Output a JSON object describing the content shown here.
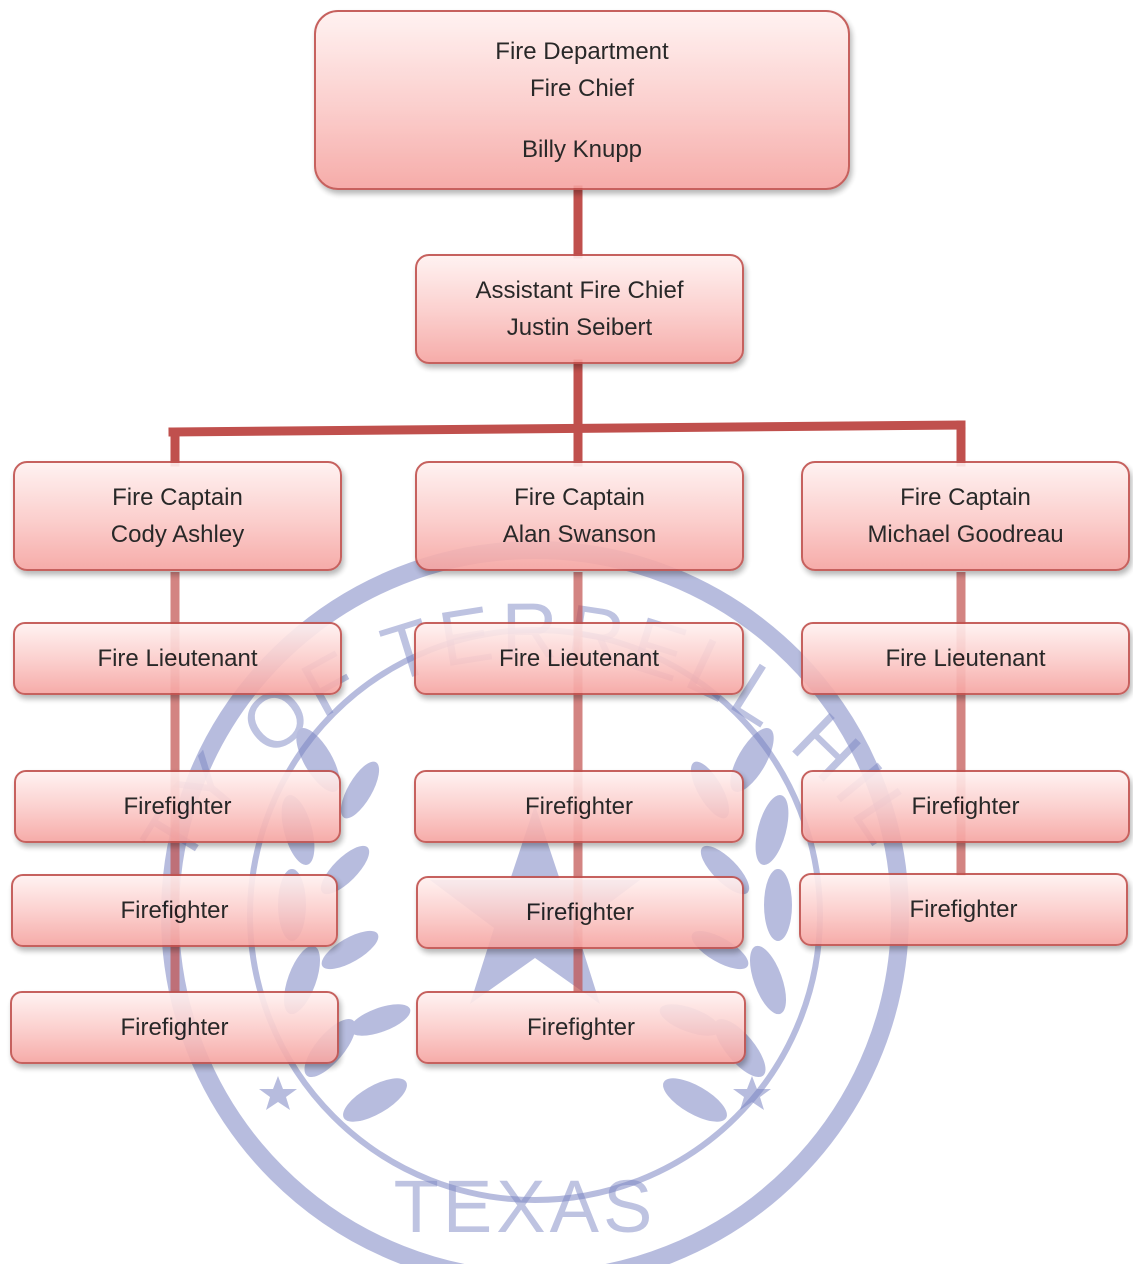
{
  "seal": {
    "ring_text": "CITY OF TERRELL HILLS",
    "bottom_text": "TEXAS",
    "color": "#7d86c4"
  },
  "connector_color": "#c0504d",
  "node_colors": {
    "border": "#c0504d",
    "top": "#fff1f0",
    "bottom": "#f6a4a1"
  },
  "chief": {
    "dept": "Fire Department",
    "title": "Fire Chief",
    "name": "Billy Knupp"
  },
  "assistant": {
    "title": "Assistant Fire Chief",
    "name": "Justin Seibert"
  },
  "columns": [
    {
      "captain": {
        "title": "Fire Captain",
        "name": "Cody Ashley"
      },
      "lieutenant": "Fire Lieutenant",
      "firefighters": [
        "Firefighter",
        "Firefighter",
        "Firefighter"
      ]
    },
    {
      "captain": {
        "title": "Fire Captain",
        "name": "Alan Swanson"
      },
      "lieutenant": "Fire Lieutenant",
      "firefighters": [
        "Firefighter",
        "Firefighter",
        "Firefighter"
      ]
    },
    {
      "captain": {
        "title": "Fire Captain",
        "name": "Michael Goodreau"
      },
      "lieutenant": "Fire Lieutenant",
      "firefighters": [
        "Firefighter",
        "Firefighter"
      ]
    }
  ]
}
